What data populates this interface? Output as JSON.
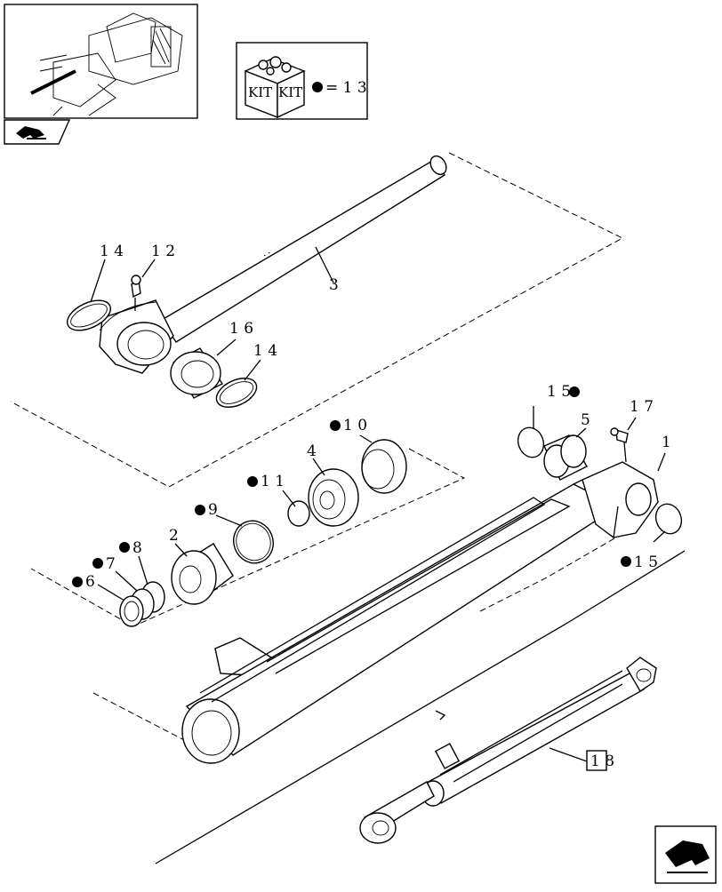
{
  "kit": {
    "icon_text_1": "KIT",
    "icon_text_2": "KIT",
    "equals_label": "= 1 3"
  },
  "labels": {
    "l14a": "1 4",
    "l12": "1 2",
    "l3": "3",
    "l16": "1 6",
    "l14b": "1 4",
    "l10": "1 0",
    "l4": "4",
    "l11": "1 1",
    "l9": "9",
    "l2": "2",
    "l8": "8",
    "l7": "7",
    "l6": "6",
    "l15a": "1 5",
    "l5": "5",
    "l17": "1 7",
    "l1": "1",
    "l15b": "1 5",
    "l18": "1 8"
  }
}
